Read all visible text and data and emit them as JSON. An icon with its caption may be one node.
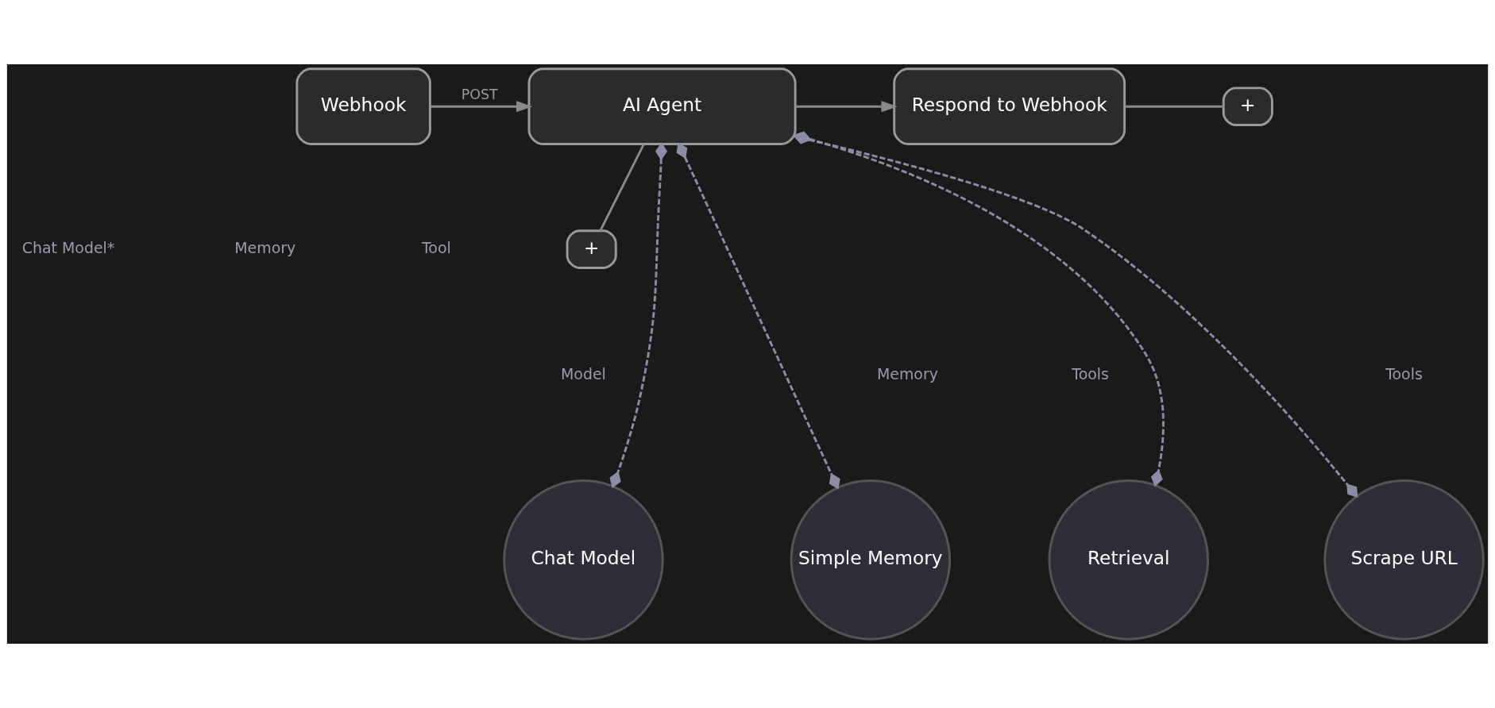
{
  "diagram": {
    "nodes": [
      {
        "text": [
          "Webhook"
        ]
      },
      {
        "text": [
          "AI Agent"
        ]
      },
      {
        "text": [
          "Respond to Webhook"
        ]
      },
      {
        "text": [
          "Chat Model"
        ]
      },
      {
        "text": [
          "Simple Memory"
        ]
      },
      {
        "text": [
          "Retrieval"
        ]
      },
      {
        "text": [
          "Scrape URL"
        ]
      },
      {
        "text": [
          "+"
        ]
      },
      {
        "text": [
          "+"
        ]
      }
    ],
    "edges": [
      {
        "from": 0,
        "to": 1,
        "arrow": "to",
        "label": "POST"
      },
      {
        "from": 1,
        "to": 2,
        "arrow": "to"
      },
      {
        "from": 2,
        "to": 7,
        "arrow": "none"
      },
      {
        "from": 1,
        "to": 3,
        "arrow": "other",
        "style": "dashed",
        "color": "#8c8ca6"
      },
      {
        "from": 1,
        "to": 4,
        "arrow": "other",
        "style": "dashed",
        "color": "#8c8ca6"
      },
      {
        "from": 1,
        "to": 8,
        "arrow": "none"
      },
      {
        "from": 1,
        "to": 5,
        "arrow": "other",
        "style": "dashed",
        "color": "#8c8ca6"
      },
      {
        "from": 1,
        "to": 6,
        "arrow": "other",
        "style": "dashed",
        "color": "#8c8ca6"
      }
    ],
    "labels": [
      "Chat Model*",
      "Memory",
      "Tool",
      "Model",
      "Memory",
      "Tools",
      "Tools"
    ]
  }
}
